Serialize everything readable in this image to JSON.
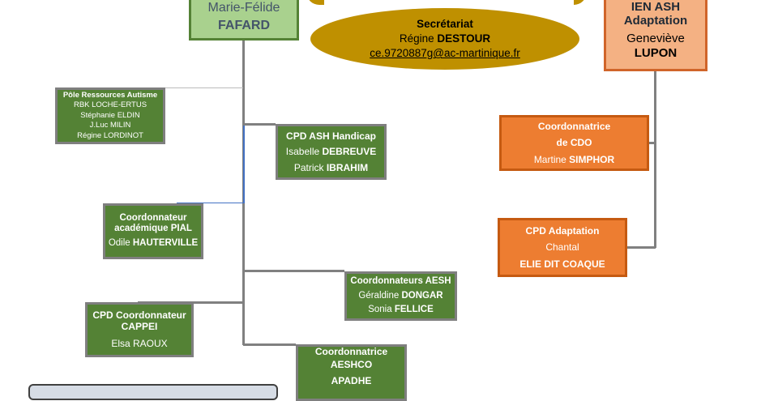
{
  "colors": {
    "dark_green": "#548235",
    "light_green": "#a9d18e",
    "gold": "#bf9000",
    "orange": "#ed7d31",
    "light_orange": "#f4b183",
    "connector": "#808080",
    "blue_connector": "#4472c4"
  },
  "director": {
    "first": "Marie-Félide",
    "last": "FAFARD"
  },
  "secretariat": {
    "title": "Secrétariat",
    "first": "Régine",
    "last": "DESTOUR",
    "email": "ce.9720887g@ac-martinique.fr"
  },
  "ien": {
    "line1": "IEN ASH",
    "line2": "Adaptation",
    "first": "Geneviève",
    "last": "LUPON"
  },
  "pole": {
    "title": "Pôle Ressources Autisme",
    "members": [
      "RBK LOCHE-ERTUS",
      "Stéphanie ELDIN",
      "J.Luc MILIN",
      "Régine LORDINOT"
    ]
  },
  "cpd_handicap": {
    "title": "CPD ASH Handicap",
    "p1_first": "Isabelle",
    "p1_last": "DEBREUVE",
    "p2_first": "Patrick",
    "p2_last": "IBRAHIM"
  },
  "pial": {
    "title1": "Coordonnateur",
    "title2": "académique PIAL",
    "first": "Odile",
    "last": "HAUTERVILLE"
  },
  "aesh": {
    "title": "Coordonnateurs AESH",
    "p1_first": "Géraldine",
    "p1_last": "DONGAR",
    "p2_first": "Sonia",
    "p2_last": "FELLICE"
  },
  "cappei": {
    "title1": "CPD Coordonnateur",
    "title2": "CAPPEI",
    "name": "Elsa RAOUX"
  },
  "aeshco": {
    "title1": "Coordonnatrice",
    "title2": "AESHCO",
    "title3": "APADHE"
  },
  "cdo": {
    "title1": "Coordonnatrice",
    "title2": "de CDO",
    "first": "Martine",
    "last": "SIMPHOR"
  },
  "cpd_adaptation": {
    "title": "CPD Adaptation",
    "first": "Chantal",
    "last": "ELIE DIT COAQUE"
  }
}
